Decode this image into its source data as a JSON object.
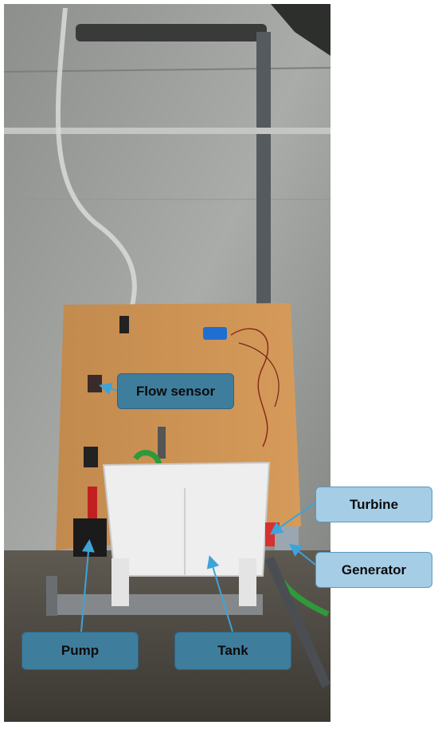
{
  "labels": {
    "flow_sensor": "Flow sensor",
    "turbine": "Turbine",
    "generator": "Generator",
    "pump": "Pump",
    "tank": "Tank"
  },
  "colors": {
    "callout_dark": "#3f7d9d",
    "callout_light": "#a6cde6",
    "arrow": "#3ea3d8"
  }
}
